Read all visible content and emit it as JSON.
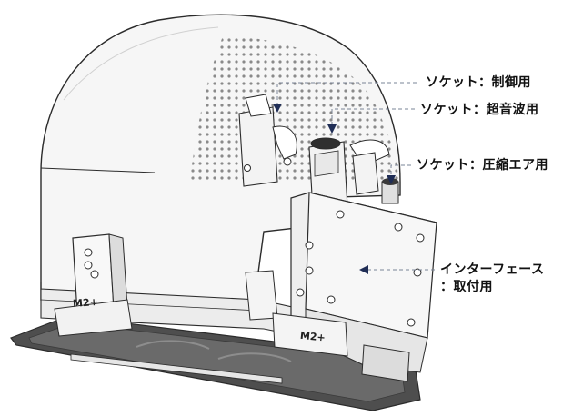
{
  "labels": {
    "control_socket": "ソケット：制御用",
    "ultrasonic_socket": "ソケット：超音波用",
    "air_socket": "ソケット：圧縮エア用",
    "interface_line1": "インターフェース",
    "interface_line2": "：取付用"
  },
  "badges": {
    "left": "M2+",
    "front": "M2+"
  },
  "colors": {
    "outline": "#2b2b2b",
    "body_fill": "#f4f4f4",
    "base_plate": "#5a5a5a",
    "leader_line": "#7a8497",
    "arrow": "#1f2d55"
  }
}
